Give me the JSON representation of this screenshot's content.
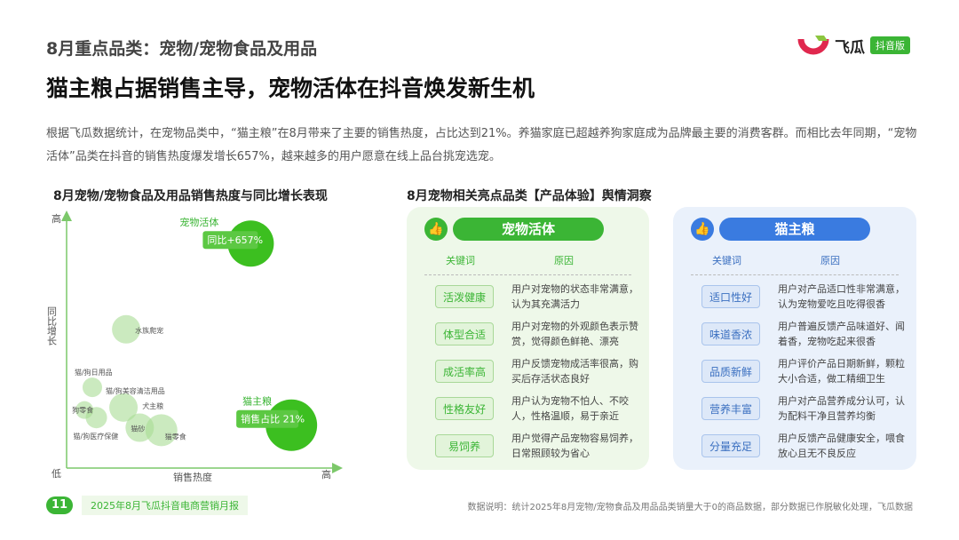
{
  "header": {
    "super_title": "8月重点品类：宠物/宠物食品及用品",
    "title": "猫主粮占据销售主导，宠物活体在抖音焕发新生机",
    "logo_text": "飞瓜",
    "logo_badge": "抖音版"
  },
  "intro": "根据飞瓜数据统计，在宠物品类中，“猫主粮”在8月带来了主要的销售热度，占比达到21%。养猫家庭已超越养狗家庭成为品牌最主要的消费客群。而相比去年同期，“宠物活体”品类在抖音的销售热度爆发增长657%，越来越多的用户愿意在线上品台挑宠选宠。",
  "chart_section_title": "8月宠物/宠物食品及用品销售热度与同比增长表现",
  "chart_data": {
    "type": "scatter",
    "title": "8月宠物/宠物食品及用品销售热度与同比增长表现",
    "xlabel": "销售热度",
    "ylabel": "同比增长",
    "x_low": "低",
    "x_high": "高",
    "y_high": "高",
    "xlim": [
      0,
      100
    ],
    "ylim": [
      0,
      100
    ],
    "points": [
      {
        "name": "宠物活体",
        "x": 68,
        "y": 89,
        "size": 26,
        "highlight": true,
        "tag": "同比+657%"
      },
      {
        "name": "猫主粮",
        "x": 83,
        "y": 17,
        "size": 29,
        "highlight": true,
        "tag": "销售占比 21%"
      },
      {
        "name": "水族爬宠",
        "x": 22,
        "y": 55,
        "size": 16
      },
      {
        "name": "猫/狗日用品",
        "x": 9.5,
        "y": 32,
        "size": 11
      },
      {
        "name": "狗零食",
        "x": 6.6,
        "y": 23,
        "size": 10
      },
      {
        "name": "猫/狗医疗保健",
        "x": 11,
        "y": 20,
        "size": 12
      },
      {
        "name": "猫/狗美容清洁用品",
        "x": 21,
        "y": 24,
        "size": 16
      },
      {
        "name": "犬主粮",
        "x": 24,
        "y": 26,
        "size": 0
      },
      {
        "name": "猫砂",
        "x": 27,
        "y": 16,
        "size": 16
      },
      {
        "name": "猫零食",
        "x": 35,
        "y": 15,
        "size": 18
      }
    ]
  },
  "opinion_section_title": "8月宠物相关亮点品类【产品体验】舆情洞察",
  "col_keyword": "关键词",
  "col_reason": "原因",
  "cards": [
    {
      "title": "宠物活体",
      "color": "#3bb535",
      "rows": [
        {
          "kw": "活泼健康",
          "reason": "用户对宠物的状态非常满意，认为其充满活力"
        },
        {
          "kw": "体型合适",
          "reason": "用户对宠物的外观颜色表示赞赏，觉得颜色鲜艳、漂亮"
        },
        {
          "kw": "成活率高",
          "reason": "用户反馈宠物成活率很高，购买后存活状态良好"
        },
        {
          "kw": "性格友好",
          "reason": "用户认为宠物不怕人、不咬人，性格温顺，易于亲近"
        },
        {
          "kw": "易饲养",
          "reason": "用户觉得产品宠物容易饲养，日常照顾较为省心"
        }
      ]
    },
    {
      "title": "猫主粮",
      "color": "#3a7be0",
      "rows": [
        {
          "kw": "适口性好",
          "reason": "用户对产品适口性非常满意，认为宠物爱吃且吃得很香"
        },
        {
          "kw": "味道香浓",
          "reason": "用户普遍反馈产品味道好、闻着香，宠物吃起来很香"
        },
        {
          "kw": "品质新鲜",
          "reason": "用户评价产品日期新鲜，颗粒大小合适，做工精细卫生"
        },
        {
          "kw": "营养丰富",
          "reason": "用户对产品营养成分认可，认为配料干净且营养均衡"
        },
        {
          "kw": "分量充足",
          "reason": "用户反馈产品健康安全，喂食放心且无不良反应"
        }
      ]
    }
  ],
  "footer": {
    "page": "11",
    "report": "2025年8月飞瓜抖音电商营销月报",
    "note": "数据说明：统计2025年8月宠物/宠物食品及用品品类销量大于0的商品数据，部分数据已作脱敏化处理，飞瓜数据"
  }
}
